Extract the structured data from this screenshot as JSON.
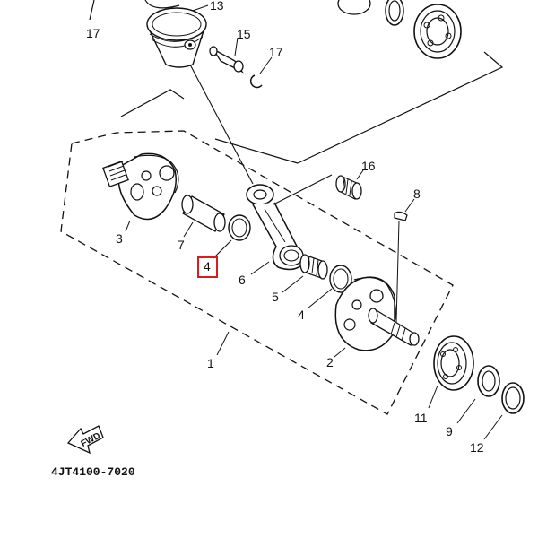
{
  "diagram": {
    "part_code": "4JT4100-7020",
    "fwd_label": "FWD",
    "callouts": [
      "17",
      "13",
      "15",
      "17",
      "16",
      "8",
      "3",
      "7",
      "4",
      "6",
      "5",
      "4",
      "2",
      "1",
      "11",
      "9",
      "12"
    ],
    "highlight_color": "#e0191d",
    "line_color": "#111111"
  }
}
